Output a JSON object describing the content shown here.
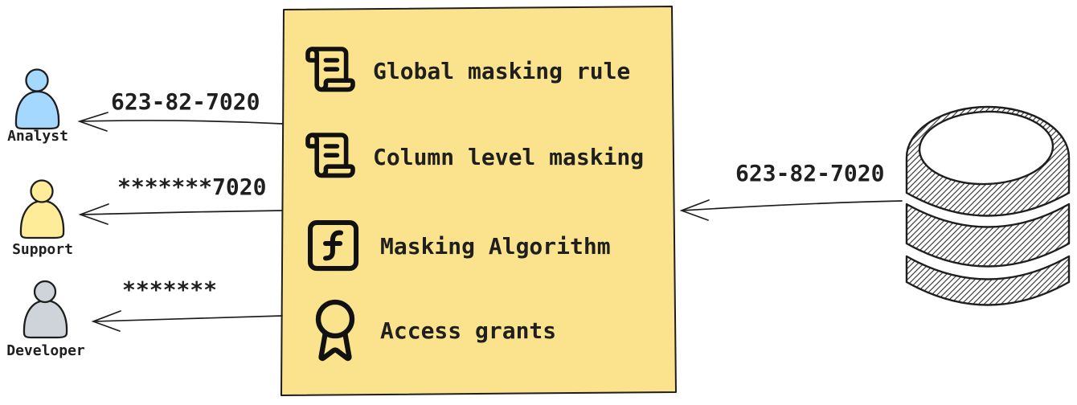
{
  "colors": {
    "box_fill": "#FAE38C",
    "outline": "#1e1e1e",
    "analyst_fill": "#A5D8FF",
    "support_fill": "#FFEC99",
    "developer_fill": "#CED4DA",
    "db_top_fill": "#FFFFFF",
    "ink": "#1f1f1f"
  },
  "consumers": [
    {
      "role": "Analyst",
      "received_value": "623-82-7020"
    },
    {
      "role": "Support",
      "received_value": "*******7020"
    },
    {
      "role": "Developer",
      "received_value": "*******"
    }
  ],
  "masking_layer": {
    "features": [
      {
        "icon": "scroll-text-icon",
        "label": "Global masking rule"
      },
      {
        "icon": "scroll-text-icon",
        "label": "Column level masking"
      },
      {
        "icon": "function-square-icon",
        "label": "Masking Algorithm"
      },
      {
        "icon": "award-icon",
        "label": "Access grants"
      }
    ]
  },
  "database": {
    "source_value": "623-82-7020"
  }
}
